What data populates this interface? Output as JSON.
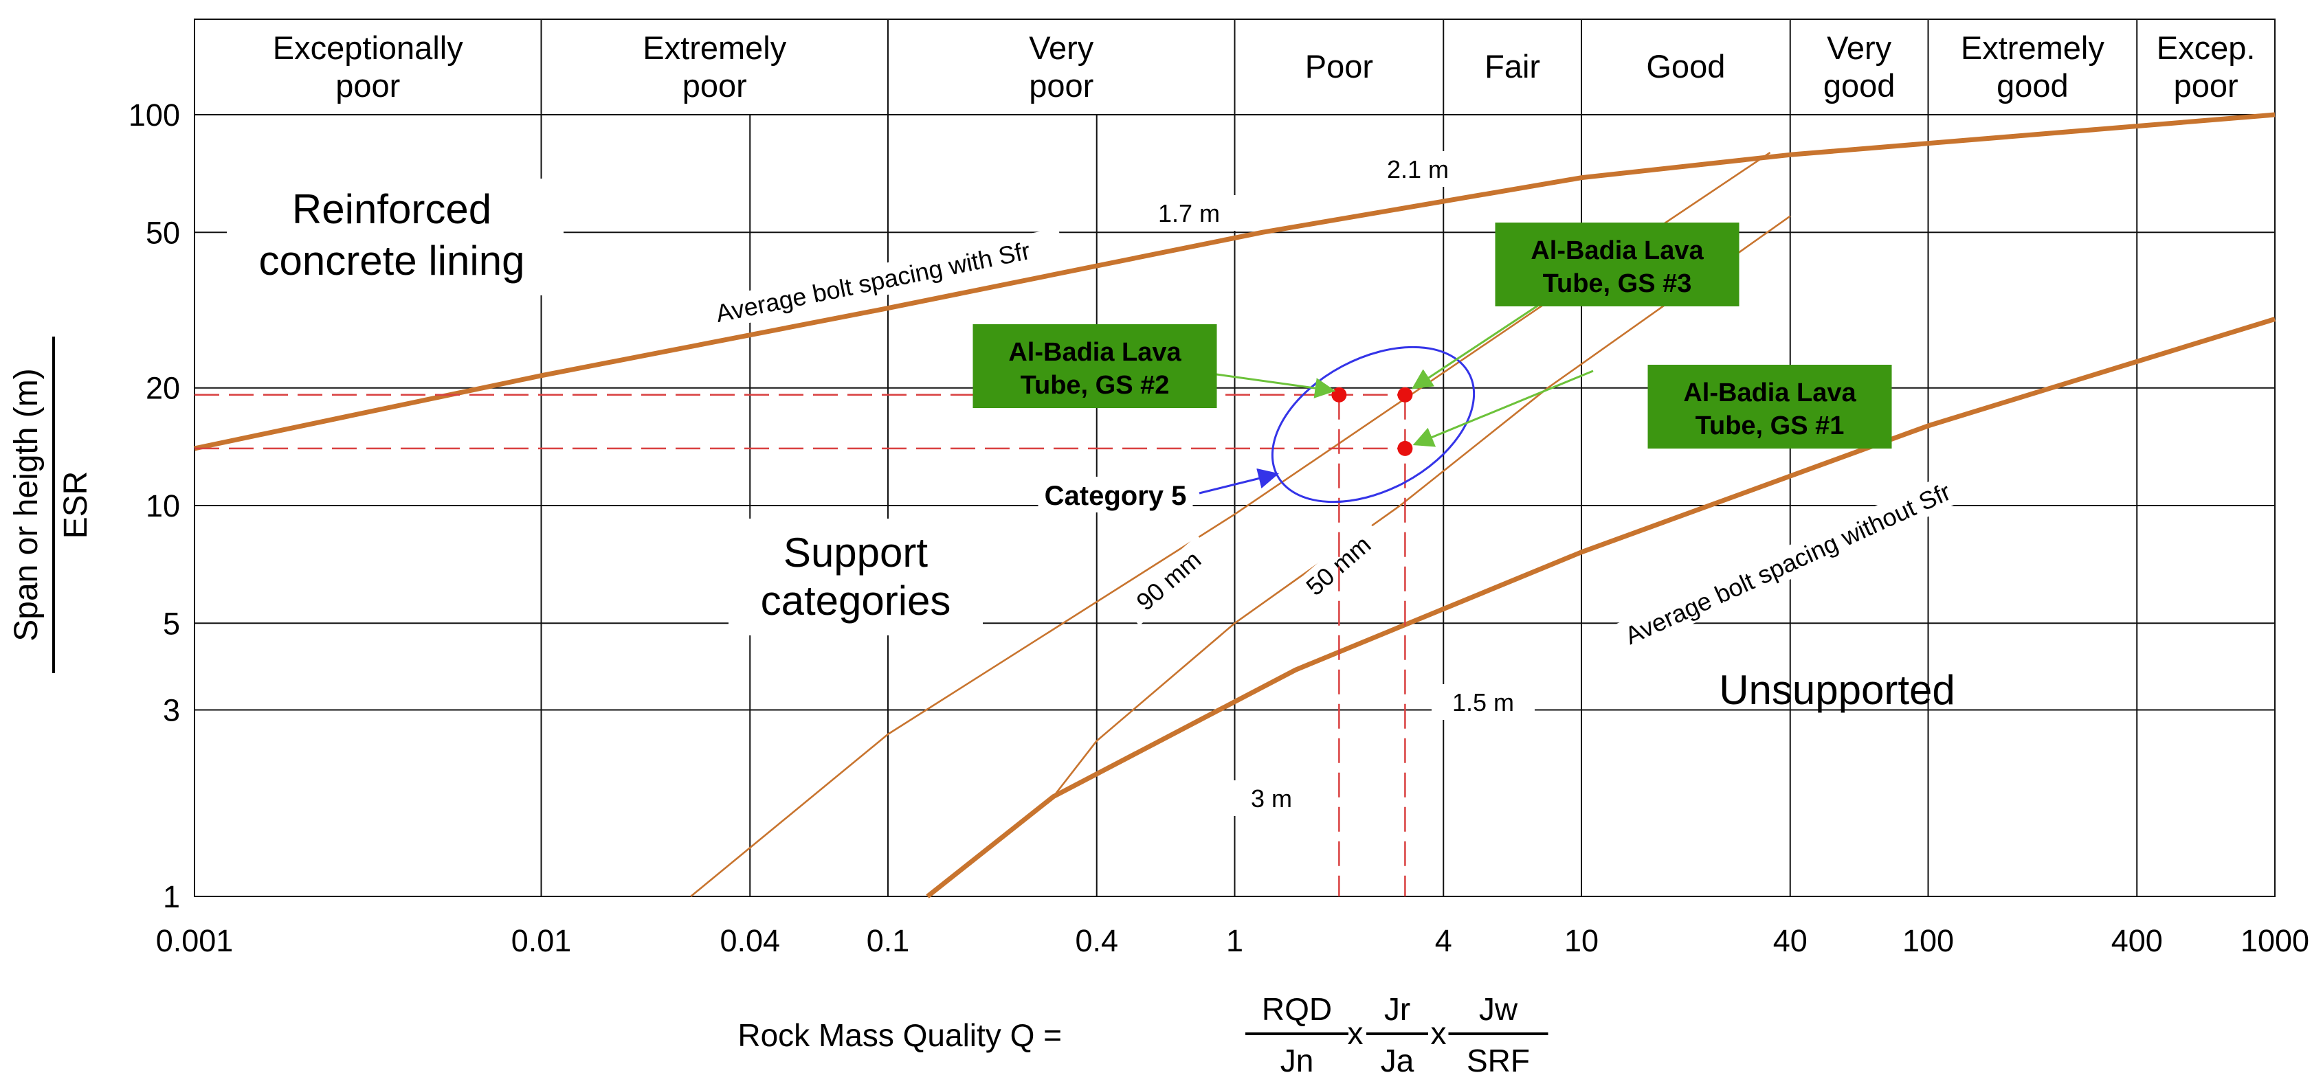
{
  "chart_data": {
    "type": "line",
    "title": "",
    "xlabel": {
      "prefix": "Rock Mass Quality   Q =",
      "terms": [
        {
          "num": "RQD",
          "den": "Jn"
        },
        {
          "num": "Jr",
          "den": "Ja"
        },
        {
          "num": "Jw",
          "den": "SRF"
        }
      ],
      "operator": "x"
    },
    "ylabel": {
      "num": "Span or heigth (m)",
      "den": "ESR"
    },
    "x_scale": "log",
    "y_scale": "log",
    "xlim": [
      0.001,
      1000
    ],
    "ylim": [
      1,
      100
    ],
    "x_ticks": [
      {
        "value": 0.001,
        "label": "0.001"
      },
      {
        "value": 0.01,
        "label": "0.01"
      },
      {
        "value": 0.04,
        "label": "0.04"
      },
      {
        "value": 0.1,
        "label": "0.1"
      },
      {
        "value": 0.4,
        "label": "0.4"
      },
      {
        "value": 1,
        "label": "1"
      },
      {
        "value": 4,
        "label": "4"
      },
      {
        "value": 10,
        "label": "10"
      },
      {
        "value": 40,
        "label": "40"
      },
      {
        "value": 100,
        "label": "100"
      },
      {
        "value": 400,
        "label": "400"
      },
      {
        "value": 1000,
        "label": "1000"
      }
    ],
    "y_ticks": [
      {
        "value": 1,
        "label": "1"
      },
      {
        "value": 3,
        "label": "3"
      },
      {
        "value": 5,
        "label": "5"
      },
      {
        "value": 10,
        "label": "10"
      },
      {
        "value": 20,
        "label": "20"
      },
      {
        "value": 50,
        "label": "50"
      },
      {
        "value": 100,
        "label": "100"
      }
    ],
    "grid": true,
    "rock_classes": [
      {
        "from": 0.001,
        "to": 0.01,
        "lines": [
          "Exceptionally",
          "poor"
        ]
      },
      {
        "from": 0.01,
        "to": 0.1,
        "lines": [
          "Extremely",
          "poor"
        ]
      },
      {
        "from": 0.1,
        "to": 1,
        "lines": [
          "Very",
          "poor"
        ]
      },
      {
        "from": 1,
        "to": 4,
        "lines": [
          "Poor"
        ]
      },
      {
        "from": 4,
        "to": 10,
        "lines": [
          "Fair"
        ]
      },
      {
        "from": 10,
        "to": 40,
        "lines": [
          "Good"
        ]
      },
      {
        "from": 40,
        "to": 100,
        "lines": [
          "Very",
          "good"
        ]
      },
      {
        "from": 100,
        "to": 400,
        "lines": [
          "Extremely",
          "good"
        ]
      },
      {
        "from": 400,
        "to": 1000,
        "lines": [
          "Excep.",
          "poor"
        ]
      }
    ],
    "series": [
      {
        "points": [
          [
            0.001,
            14
          ],
          [
            0.01,
            21.5
          ],
          [
            0.1,
            32
          ],
          [
            1.2,
            50
          ],
          [
            10,
            69
          ],
          [
            40,
            79
          ],
          [
            1000,
            100
          ]
        ],
        "weight": "thick"
      },
      {
        "points": [
          [
            0.13,
            1
          ],
          [
            0.3,
            1.8
          ],
          [
            1.5,
            3.8
          ],
          [
            10,
            7.6
          ],
          [
            100,
            16
          ],
          [
            1000,
            30
          ]
        ],
        "weight": "thick"
      },
      {
        "points": [
          [
            0.027,
            1
          ],
          [
            0.1,
            2.6
          ],
          [
            1,
            9.5
          ],
          [
            10,
            38
          ],
          [
            35,
            80
          ]
        ],
        "weight": "thin"
      },
      {
        "points": [
          [
            0.3,
            1.8
          ],
          [
            0.4,
            2.5
          ],
          [
            1,
            5
          ],
          [
            3,
            10
          ],
          [
            8,
            20
          ],
          [
            40,
            55
          ]
        ],
        "weight": "thin"
      }
    ],
    "region_labels": [
      {
        "lines": [
          "Reinforced",
          "concrete lining"
        ]
      },
      {
        "lines": [
          "Support",
          "categories"
        ]
      },
      {
        "lines": [
          "Unsupported"
        ]
      }
    ],
    "line_labels": {
      "with_sfr": "Average bolt spacing with Sfr",
      "without_sfr": "Average bolt spacing without Sfr",
      "spacing_17": "1.7 m",
      "spacing_21": "2.1 m",
      "spacing_15": "1.5 m",
      "spacing_3": "3 m",
      "thick_90": "90 mm",
      "thick_50": "50 mm"
    },
    "points": [
      {
        "name": "Al-Badia Lava Tube, GS #1",
        "lines": [
          "Al-Badia Lava",
          "Tube, GS #1"
        ],
        "x": 3.1,
        "y": 14
      },
      {
        "name": "Al-Badia Lava Tube, GS #2",
        "lines": [
          "Al-Badia Lava",
          "Tube, GS #2"
        ],
        "x": 2.0,
        "y": 19.2
      },
      {
        "name": "Al-Badia Lava Tube, GS #3",
        "lines": [
          "Al-Badia Lava",
          "Tube, GS #3"
        ],
        "x": 3.1,
        "y": 19.2
      }
    ],
    "category_label": "Category 5",
    "colors": {
      "curve": "#C8742E",
      "point": "#E8100E",
      "dash": "#D94040",
      "label_box": "#3C9611",
      "ellipse": "#3434E8",
      "category_text": "#1A1ADF",
      "arrow": "#6CC23A",
      "grid": "#111111"
    }
  }
}
